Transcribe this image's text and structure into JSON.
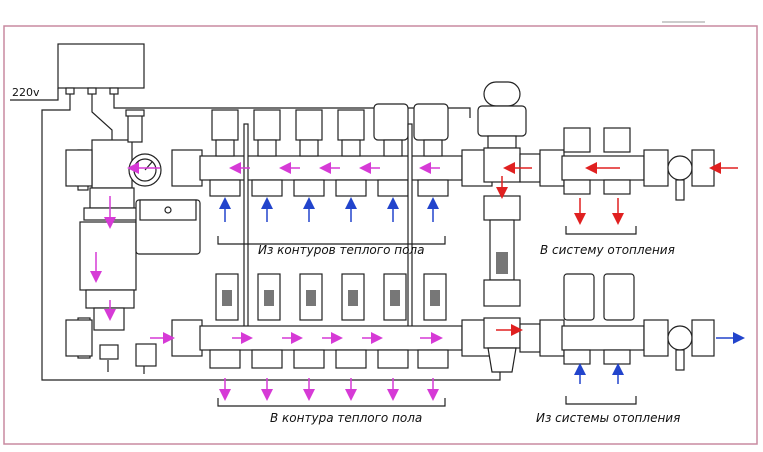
{
  "labels": {
    "power": "220v",
    "from_floor_loops": "Из контуров теплого пола",
    "to_heating_system": "В систему отопления",
    "to_floor_loops": "В контура теплого пола",
    "from_heating_system": "Из системы отопления"
  },
  "colors": {
    "flow_pink": "#d63ad6",
    "flow_red": "#e02020",
    "flow_blue": "#2244cc",
    "frame": "#c88aa0",
    "line": "#222222"
  },
  "top_manifold": {
    "outlet_count": 6
  },
  "bottom_manifold": {
    "outlet_count": 6
  }
}
